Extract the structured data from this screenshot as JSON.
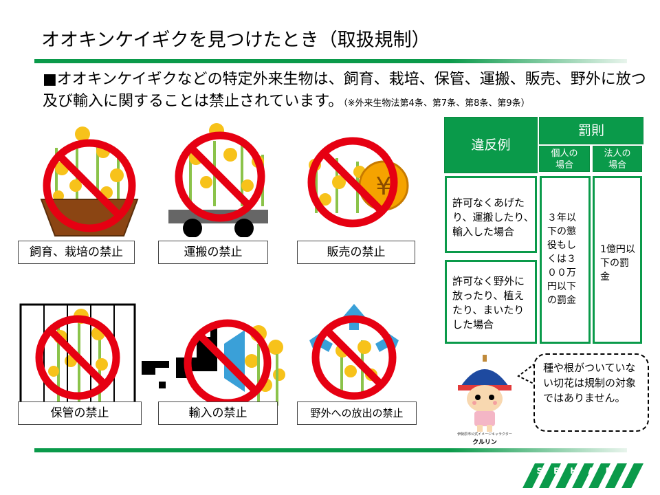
{
  "title": "オオキンケイギクを見つけたとき（取扱規制）",
  "intro": {
    "text": "■オオキンケイギクなどの特定外来生物は、飼育、栽培、保管、運搬、販売、野外に放つ及び輸入に関することは禁止されています。",
    "note": "（※外来生物法第4条、第7条、第8条、第9条）"
  },
  "prohibitions": [
    {
      "label": "飼育、栽培の禁止",
      "icon": "flower-pot-icon"
    },
    {
      "label": "運搬の禁止",
      "icon": "cart-icon"
    },
    {
      "label": "販売の禁止",
      "icon": "yen-coin-icon"
    },
    {
      "label": "保管の禁止",
      "icon": "cage-icon"
    },
    {
      "label": "輸入の禁止",
      "icon": "japan-map-icon"
    },
    {
      "label": "野外への放出の禁止",
      "icon": "release-arrows-icon"
    }
  ],
  "table": {
    "col_violation": "違反例",
    "col_penalty": "罰則",
    "col_individual": "個人の場合",
    "col_corporation": "法人の場合",
    "rows": [
      {
        "violation": "許可なくあげたり、運搬したり、輸入した場合"
      },
      {
        "violation": "許可なく野外に放ったり、植えたり、まいたりした場合"
      }
    ],
    "individual_penalty": "３年以下の懲役もしくは３００万円以下の罰金",
    "corporate_penalty": "1億円以下の罰金"
  },
  "mascot": {
    "caption": "伊勢原市公式イメージキャラクター",
    "name": "クルリン"
  },
  "speech_bubble": "種や根がついていない切花は規制の対象ではありません。",
  "logo_text": "ISEHARA",
  "colors": {
    "green": "#0a9a4a",
    "prohibit_red": "#e60012",
    "flower_yellow": "#f7c21a"
  }
}
